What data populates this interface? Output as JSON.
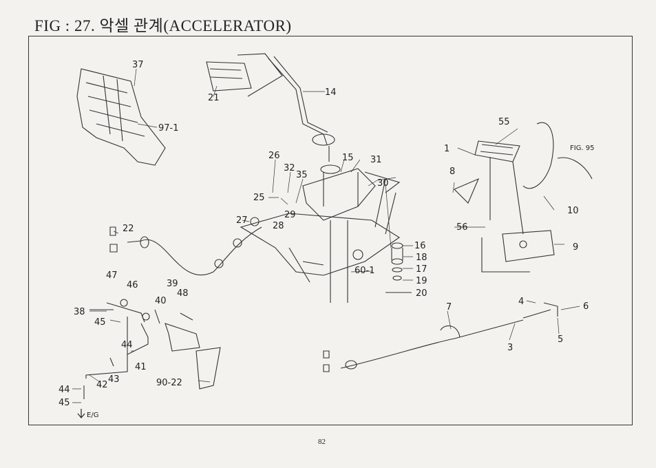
{
  "header": {
    "figure_title": "FIG : 27. 악셀 관계(ACCELERATOR)"
  },
  "callouts": {
    "c1": "1",
    "c3": "3",
    "c4": "4",
    "c5": "5",
    "c6": "6",
    "c7": "7",
    "c8": "8",
    "c9": "9",
    "c10": "10",
    "c14": "14",
    "c15": "15",
    "c16": "16",
    "c17": "17",
    "c18": "18",
    "c19": "19",
    "c20": "20",
    "c21": "21",
    "c22": "22",
    "c25": "25",
    "c26": "26",
    "c27": "27",
    "c28": "28",
    "c29": "29",
    "c30": "30",
    "c31": "31",
    "c32": "32",
    "c35": "35",
    "c37": "37",
    "c38": "38",
    "c39": "39",
    "c40": "40",
    "c41": "41",
    "c42": "42",
    "c43": "43",
    "c44a": "44",
    "c44b": "44",
    "c45a": "45",
    "c45b": "45",
    "c46": "46",
    "c47": "47",
    "c48": "48",
    "c55": "55",
    "c56": "56",
    "c60": "60-1",
    "c97": "97-1",
    "c9022": "90-22",
    "fig95": "FIG. 95",
    "eg": "E/G"
  },
  "footer": {
    "page_number": "82"
  }
}
